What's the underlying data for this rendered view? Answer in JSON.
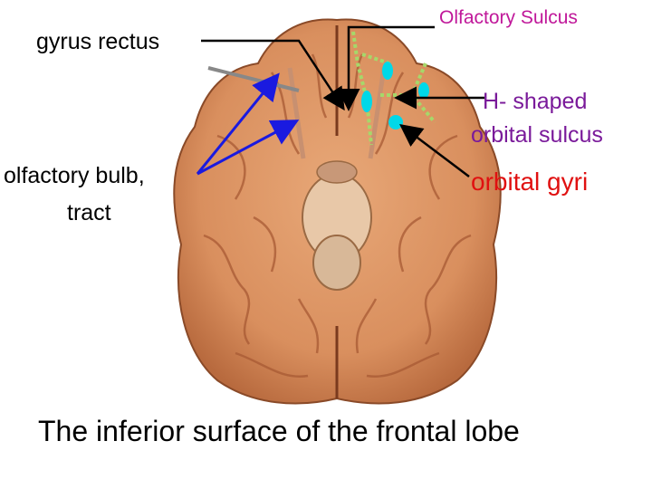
{
  "labels": {
    "gyrus_rectus": "gyrus rectus",
    "olfactory_sulcus": "Olfactory Sulcus",
    "h_shaped_line1": "H- shaped",
    "h_shaped_line2": "orbital sulcus",
    "olfactory_bulb_line1": "olfactory bulb,",
    "olfactory_bulb_line2": "tract",
    "orbital_gyri": "orbital gyri",
    "caption": "The inferior surface of the frontal lobe"
  },
  "colors": {
    "brain_fill": "#d98f5e",
    "brain_dark": "#a85a34",
    "olfactory_sulcus_label": "#c0189a",
    "h_shaped_label": "#7a1a9a",
    "orbital_gyri_label": "#e01010",
    "blue_arrows": "#1a1ae0",
    "green_dots": "#a6d86a",
    "cyan_markers": "#00d8e8"
  }
}
